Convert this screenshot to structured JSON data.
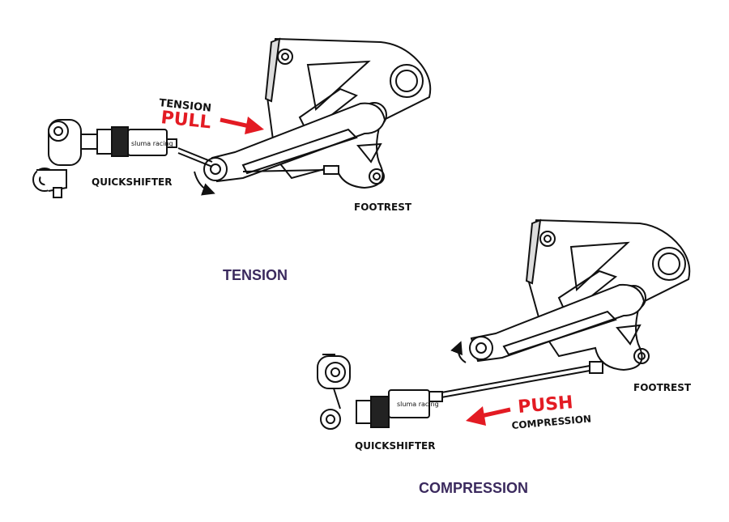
{
  "top_scene": {
    "direction_label": "TENSION",
    "action_label": "PULL",
    "quickshifter_label": "QUICKSHIFTER",
    "footrest_label": "FOOTREST",
    "brand_text": "sluma racing",
    "caption": "TENSION"
  },
  "bottom_scene": {
    "action_label": "PUSH",
    "direction_label": "COMPRESSION",
    "quickshifter_label": "QUICKSHIFTER",
    "footrest_label": "FOOTREST",
    "brand_text": "sluma racing",
    "caption": "COMPRESSION"
  },
  "colors": {
    "arrow": "#e31b23",
    "caption": "#3b2a5e",
    "line": "#111111"
  },
  "icons": [
    "arrow-right-icon",
    "arrow-left-icon",
    "rotation-arrow-icon"
  ]
}
